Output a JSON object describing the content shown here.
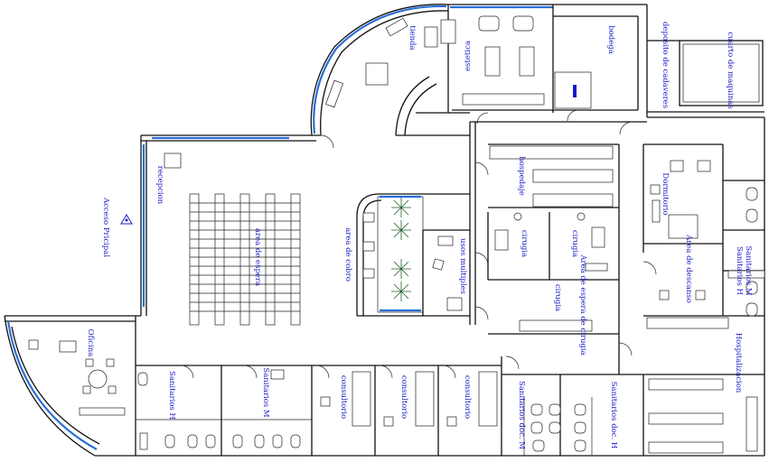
{
  "labels": {
    "tienda": "tienda",
    "estetica": "estetica",
    "bodega": "bodega",
    "deposito_cadaveres": "deposito de cadaveres",
    "cuarto_maquinas": "cuarto de maquinas",
    "acceso_principal": "Acceso Pricipal",
    "recepcion": "recepcion",
    "area_espera": "area de espera",
    "area_cobro": "area de cobro",
    "usos_multiples": "usos multiples",
    "hospedaje": "hospedaje",
    "cirugia_1": "cirugia",
    "cirugia_2": "cirugia",
    "area_espera_cirugia": "Area de espera de cirugia",
    "cirugia_3": "cirugia",
    "dormitorio": "Dormitorio",
    "area_descanso": "Area de descanso",
    "sanitarios_h_der": "Sanitarios H",
    "sanitarios_m_der": "Sanitarios M",
    "oficina": "Oficina",
    "sanitarios_h": "Sanitarios H",
    "sanitarios_m": "Sanitarios M",
    "consultorio_1": "consultorio",
    "consultorio_2": "consultorio",
    "consultorio_3": "consultorio",
    "sanitarios_doc_m": "Sanitarios doc. M",
    "sanitarios_doc_h": "Sanitarios doc. H",
    "hospitalizacion": "Hospitalizacion"
  },
  "colors": {
    "label": "#1a1ac8",
    "glass": "#2a6fd6",
    "wall": "#111111"
  }
}
